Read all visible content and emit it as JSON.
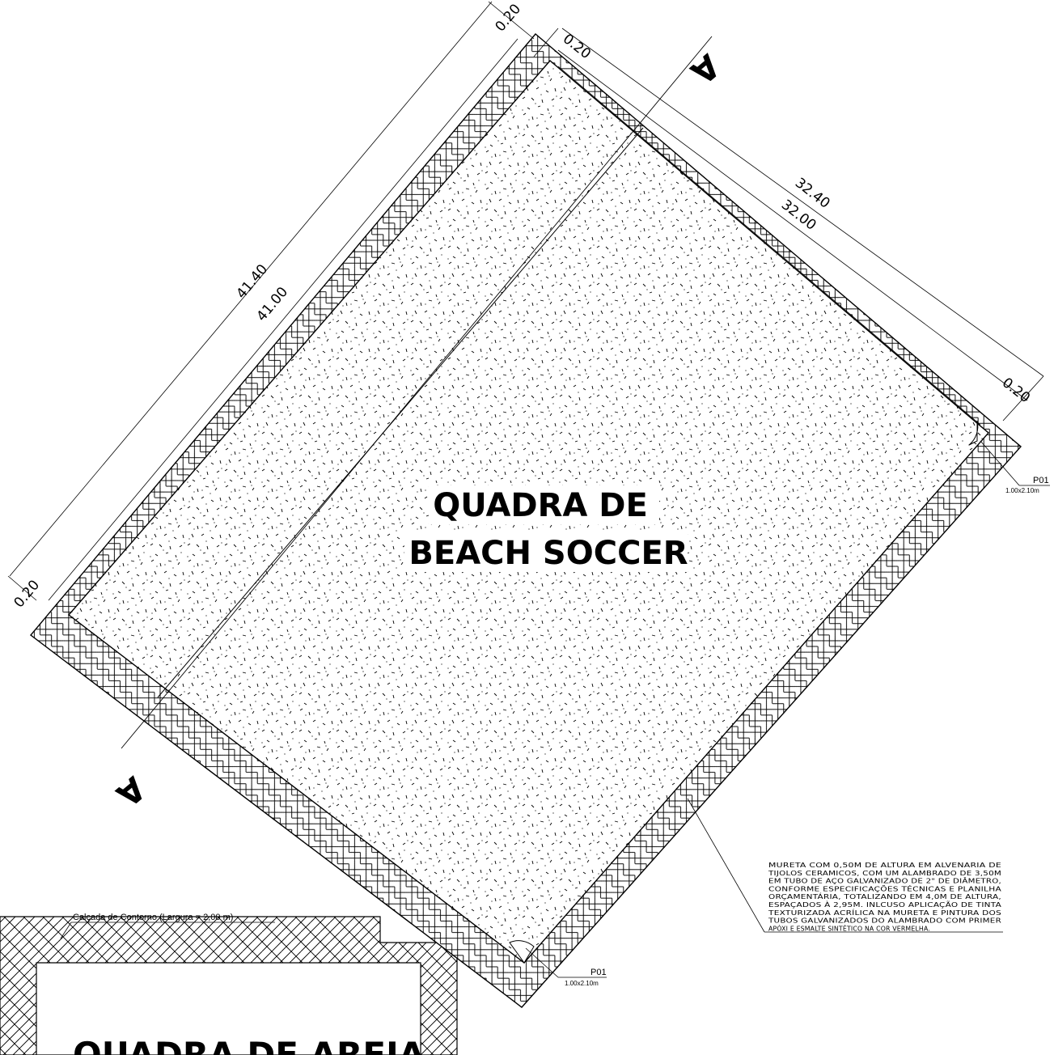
{
  "court_main": {
    "title_line1": "QUADRA DE",
    "title_line2": "BEACH SOCCER"
  },
  "court_secondary": {
    "title": "QUADRA DE AREIA"
  },
  "dimensions": {
    "outer_length": "41.40",
    "inner_length": "41.00",
    "outer_width": "32.40",
    "inner_width": "32.00",
    "wall_top_left": "0.20",
    "wall_top_right": "0.20",
    "wall_right": "0.20",
    "wall_left": "0.20"
  },
  "section_marks": {
    "top": "A",
    "bottom": "A"
  },
  "doors": {
    "right": {
      "label": "P01",
      "size": "1.00x2.10m"
    },
    "bottom": {
      "label": "P01",
      "size": "1.00x2.10m"
    }
  },
  "sidewalk": {
    "label": "Calçada de Contorno (Largura = 2,00 m)"
  },
  "wall_note": {
    "lines": [
      "MURETA COM 0,50M DE ALTURA EM ALVENARIA DE",
      "TIJOLOS CERAMICOS, COM UM ALAMBRADO DE 3,50M",
      "EM TUBO DE AÇO GALVANIZADO DE 2\" DE DIÂMETRO,",
      "CONFORME ESPECIFICAÇÕES TÉCNICAS E PLANILHA",
      "ORÇAMENTÁRIA, TOTALIZANDO EM 4,0M DE ALTURA,",
      "ESPAÇADOS À 2,95M. INLCUSO APLICAÇÃO DE TINTA",
      "TEXTURIZADA ACRÍLICA NA MURETA E PINTURA DOS",
      "TUBOS GALVANIZADOS DO ALAMBRADO COM PRIMER",
      "APÓXI E ESMALTE SINTÉTICO NA COR VERMELHA."
    ]
  }
}
